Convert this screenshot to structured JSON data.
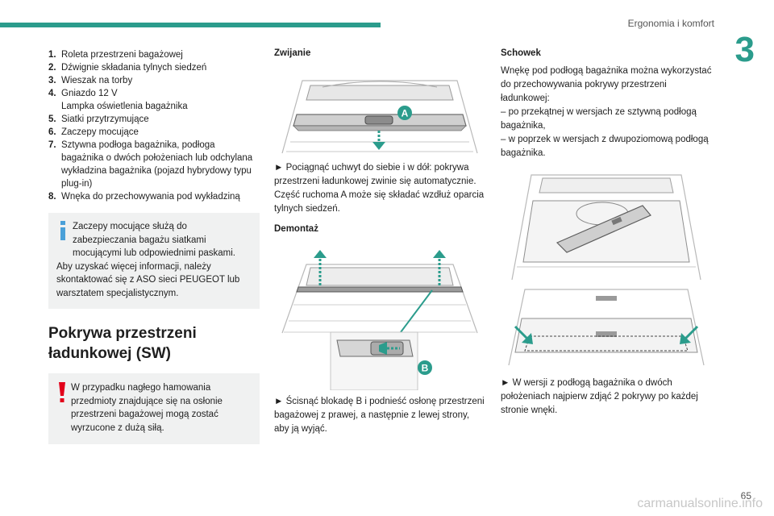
{
  "header": {
    "title": "Ergonomia i komfort",
    "chapter": "3"
  },
  "legend_items": [
    {
      "num": "1.",
      "text": "Roleta przestrzeni bagażowej"
    },
    {
      "num": "2.",
      "text": "Dźwignie składania tylnych siedzeń"
    },
    {
      "num": "3.",
      "text": "Wieszak na torby"
    },
    {
      "num": "4.",
      "text": "Gniazdo 12 V"
    },
    {
      "num": "",
      "text": "Lampka oświetlenia bagażnika"
    },
    {
      "num": "5.",
      "text": "Siatki przytrzymujące"
    },
    {
      "num": "6.",
      "text": "Zaczepy mocujące"
    },
    {
      "num": "7.",
      "text": "Sztywna podłoga bagażnika, podłoga bagażnika o dwóch położeniach lub odchylana wykładzina bagażnika (pojazd hybrydowy typu plug-in)"
    },
    {
      "num": "8.",
      "text": "Wnęka do przechowywania pod wykładziną"
    }
  ],
  "info_box": {
    "line1": "Zaczepy mocujące służą do zabezpieczania bagażu siatkami mocującymi lub odpowiednimi paskami.",
    "line2": "Aby uzyskać więcej informacji, należy skontaktować się z ASO sieci PEUGEOT lub warsztatem specjalistycznym."
  },
  "section_title": "Pokrywa przestrzeni ładunkowej (SW)",
  "warning_box": {
    "text": "W przypadku nagłego hamowania przedmioty znajdujące się na osłonie przestrzeni bagażowej mogą zostać wyrzucone z dużą siłą."
  },
  "zwijanie": {
    "heading": "Zwijanie",
    "label_a": "A",
    "text": "► Pociągnąć uchwyt do siebie i w dół: pokrywa przestrzeni ładunkowej zwinie się automatycznie. Część ruchoma A może się składać wzdłuż oparcia tylnych siedzeń."
  },
  "demontaz": {
    "heading": "Demontaż",
    "label_b": "B",
    "text": "► Ścisnąć blokadę B i podnieść osłonę przestrzeni bagażowej z prawej, a następnie z lewej strony, aby ją wyjąć."
  },
  "schowek": {
    "heading": "Schowek",
    "intro": "Wnękę pod podłogą bagażnika można wykorzystać do przechowywania pokrywy przestrzeni ładunkowej:",
    "item1": "– po przekątnej w wersjach ze sztywną podłogą bagażnika,",
    "item2": "– w poprzek w wersjach z dwupoziomową podłogą bagażnika.",
    "text": "► W wersji z podłogą bagażnika o dwóch położeniach najpierw zdjąć 2 pokrywy po każdej stronie wnęki."
  },
  "footer": {
    "page": "65",
    "watermark": "carmanualsonline.info"
  },
  "colors": {
    "accent": "#2b9c8c",
    "warning": "#e2001a",
    "info": "#4aa0d8"
  }
}
